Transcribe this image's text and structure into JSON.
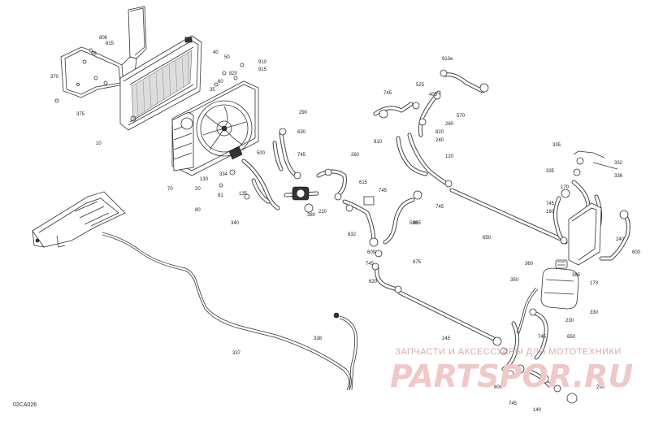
{
  "diagram_code": "02CA026",
  "watermark": {
    "tagline": "ЗАПЧАСТИ И АКСЕССУАРЫ ДЛЯ МОТОТЕХНИКИ",
    "brand": "PARTSPOR.RU"
  },
  "callouts": [
    "806",
    "815",
    "95",
    "370",
    "375",
    "10",
    "40",
    "50",
    "35",
    "60",
    "910",
    "820",
    "915",
    "290",
    "630",
    "500",
    "334",
    "745",
    "260",
    "130",
    "70",
    "20",
    "81",
    "135",
    "80",
    "340",
    "380",
    "220",
    "615",
    "745",
    "832",
    "265",
    "580",
    "609",
    "875",
    "745",
    "620",
    "525",
    "913e",
    "745",
    "405",
    "570",
    "260",
    "820",
    "240",
    "910",
    "120",
    "745",
    "650",
    "332",
    "335",
    "336",
    "335",
    "170",
    "745",
    "160",
    "240",
    "600",
    "360",
    "350",
    "173",
    "385",
    "330",
    "230",
    "745",
    "245",
    "650",
    "338",
    "337",
    "600",
    "745",
    "140",
    "290"
  ]
}
